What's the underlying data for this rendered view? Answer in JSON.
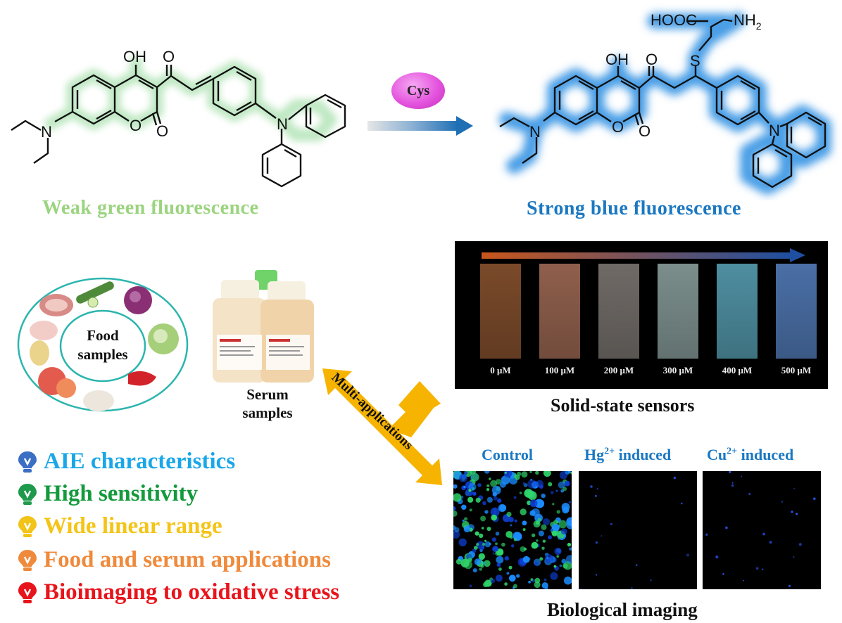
{
  "reaction": {
    "reagent": "Cys",
    "left_molecule": {
      "labels": {
        "oh": "OH",
        "o_ketone": "O",
        "n": "N",
        "o_ring": "O",
        "o_carbonyl": "O"
      },
      "caption": "Weak green fluorescence",
      "glow_color": "#bfe8c3"
    },
    "right_molecule": {
      "labels": {
        "hooc": "HOOC",
        "nh2": "NH",
        "nh2_sub": "2",
        "s": "S",
        "oh": "OH",
        "o_ketone": "O",
        "n": "N",
        "o_ring": "O",
        "o_carbonyl": "O"
      },
      "caption": "Strong blue fluorescence",
      "glow_color": "#4a9ee6"
    }
  },
  "food": {
    "label_line1": "Food",
    "label_line2": "samples",
    "ring_color": "#2bb5ae"
  },
  "serum": {
    "label_line1": "Serum",
    "label_line2": "samples"
  },
  "multi_applications": {
    "label": "Multi-applications",
    "color": "#f6b400"
  },
  "solid_state": {
    "title": "Solid-state sensors",
    "strips": [
      {
        "label": "0 μM",
        "color": "#7a4a2a"
      },
      {
        "label": "100 μM",
        "color": "#8f5f4c"
      },
      {
        "label": "200 μM",
        "color": "#6f6a66"
      },
      {
        "label": "300 μM",
        "color": "#7b8e8c"
      },
      {
        "label": "400 μM",
        "color": "#4e8ea0"
      },
      {
        "label": "500 μM",
        "color": "#4a6fa6"
      }
    ]
  },
  "bio_imaging": {
    "title": "Biological imaging",
    "panels": [
      {
        "label": "Control",
        "ion": "",
        "ion_sup": ""
      },
      {
        "label": " induced",
        "ion": "Hg",
        "ion_sup": "2+"
      },
      {
        "label": " induced",
        "ion": "Cu",
        "ion_sup": "2+"
      }
    ]
  },
  "features": [
    {
      "text": "AIE characteristics",
      "color": "#1aa7e8",
      "bulb_color": "#3b6fc4"
    },
    {
      "text": "High sensitivity",
      "color": "#149a3c",
      "bulb_color": "#1f9a4c"
    },
    {
      "text": "Wide linear range",
      "color": "#f4c417",
      "bulb_color": "#f2c318"
    },
    {
      "text": "Food and serum applications",
      "color": "#ef8a3c",
      "bulb_color": "#ef8a3c"
    },
    {
      "text": "Bioimaging to oxidative stress",
      "color": "#e8141c",
      "bulb_color": "#e8141c"
    }
  ]
}
